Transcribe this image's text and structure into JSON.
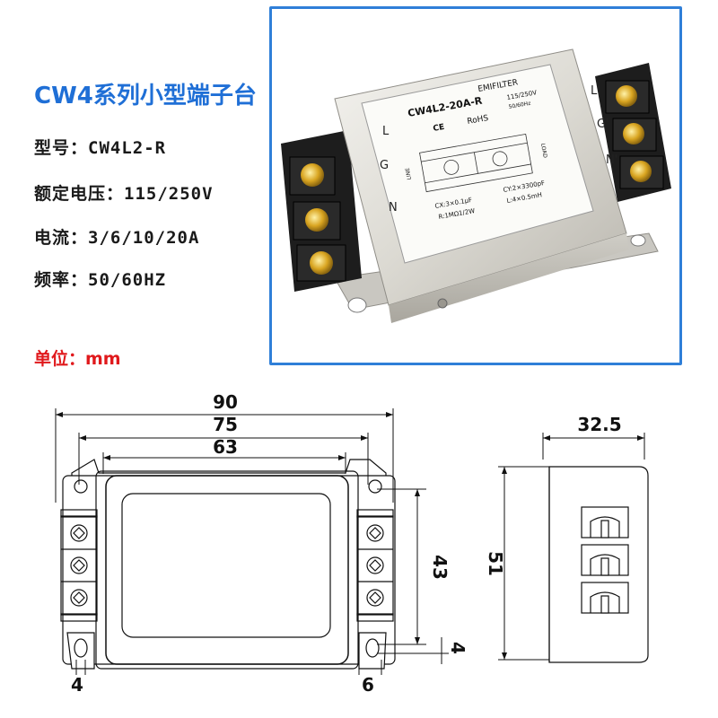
{
  "spec": {
    "title": "CW4系列小型端子台",
    "model": "型号：CW4L2-R",
    "voltage": "额定电压：115/250V",
    "current": "电流：3/6/10/20A",
    "frequency": "频率：50/60HZ",
    "unit": "单位：mm"
  },
  "label": {
    "brand": "EMIFILTER",
    "model": "CW4L2-20A-R",
    "rating": "115/250V",
    "freq": "50/60Hz",
    "rohs": "RoHS",
    "ce": "CE",
    "cx": "CX:3×0.1μF",
    "r": "R:1MΩ1/2W",
    "cy": "CY:2×3300pF",
    "l": "L:4×0.5mH",
    "line": "LINE",
    "load": "LOAD"
  },
  "terminals": {
    "left": [
      "L",
      "G",
      "N"
    ],
    "right": [
      "L'",
      "G'",
      "N'"
    ]
  },
  "dimensions": {
    "width": "90",
    "hole_span": "75",
    "body_width": "63",
    "depth": "32.5",
    "hole_vertical": "43",
    "height": "51",
    "hole_dia": "4",
    "tab": "6",
    "tab_right": "4"
  },
  "colors": {
    "title": "#1f6fd6",
    "unit": "#e0191c",
    "frame": "#2f7fd8"
  }
}
